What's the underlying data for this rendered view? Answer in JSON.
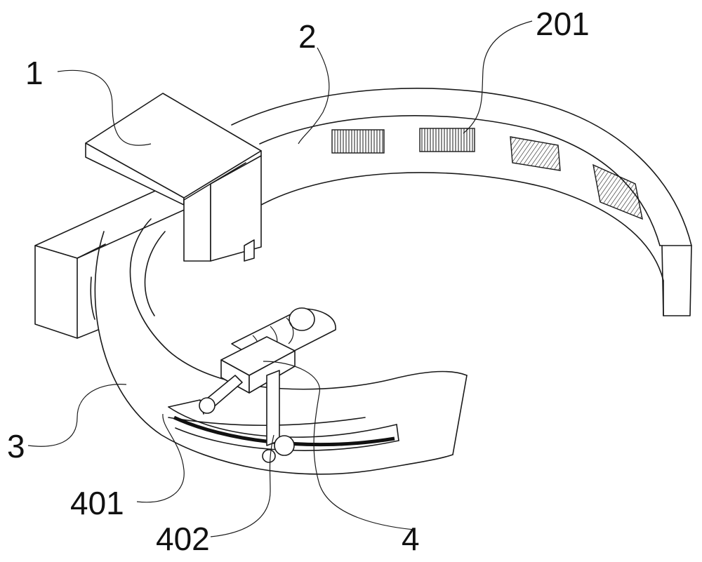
{
  "labels": {
    "l1": "1",
    "l2": "2",
    "l201": "201",
    "l3": "3",
    "l401": "401",
    "l402": "402",
    "l4": "4"
  },
  "colors": {
    "stroke": "#1a1a1a",
    "background": "#ffffff"
  }
}
